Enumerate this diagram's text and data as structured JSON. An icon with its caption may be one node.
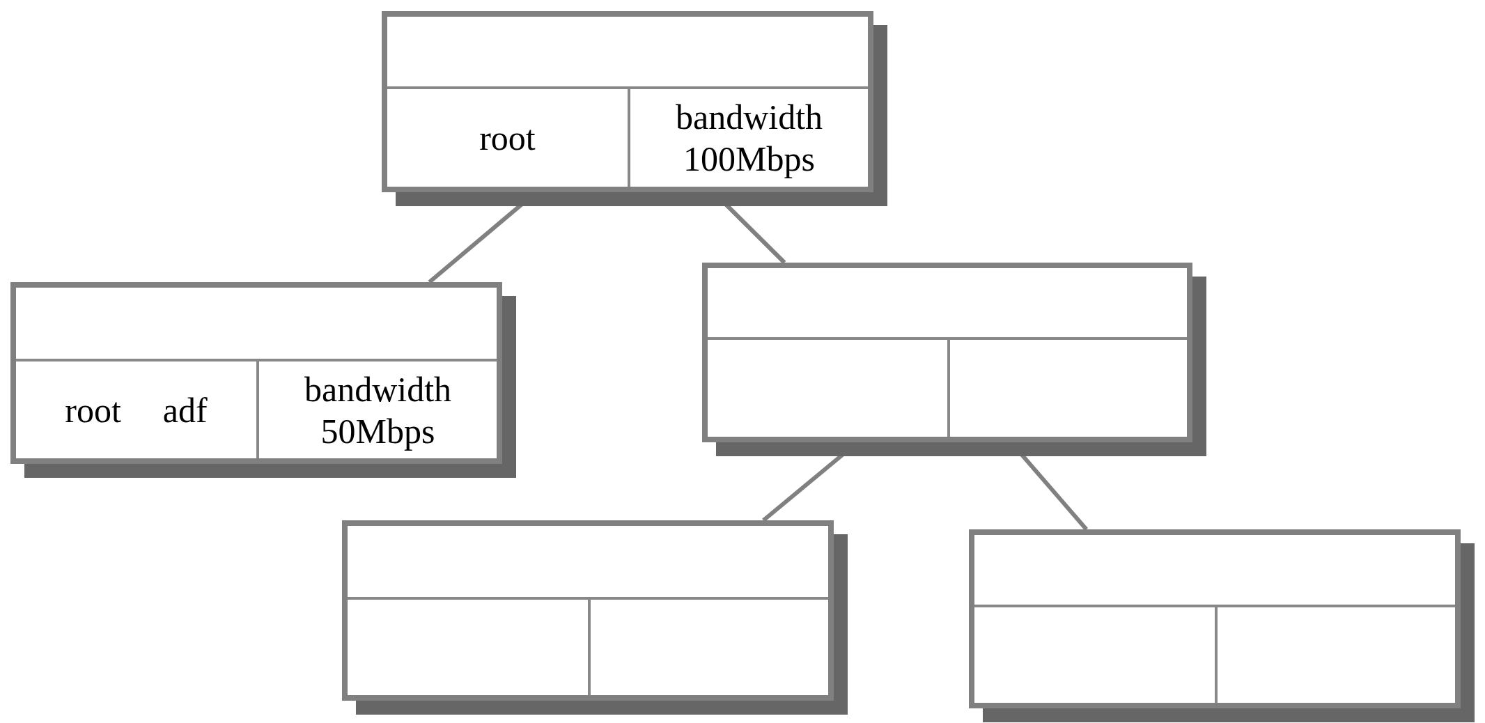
{
  "diagram": {
    "nodes": [
      {
        "text": [
          "root",
          "bandwidth 100Mbps"
        ]
      },
      {
        "text": [
          "root",
          "adf",
          "bandwidth 50Mbps"
        ]
      },
      {
        "text": [],
        "shape": "box"
      },
      {
        "text": [],
        "shape": "box"
      },
      {
        "text": [],
        "shape": "box"
      }
    ],
    "edges": [
      {
        "from": 0,
        "to": 1,
        "arrow": "none"
      },
      {
        "from": 0,
        "to": 2,
        "arrow": "none"
      },
      {
        "from": 2,
        "to": 3,
        "arrow": "none"
      },
      {
        "from": 2,
        "to": 4,
        "arrow": "none"
      }
    ]
  }
}
